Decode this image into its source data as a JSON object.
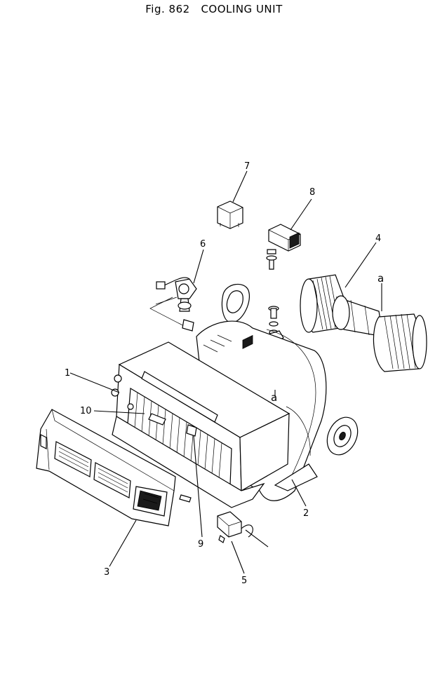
{
  "figure": {
    "title": "Fig. 862   COOLING UNIT"
  },
  "callouts": [
    {
      "id": "1",
      "label": "1"
    },
    {
      "id": "2",
      "label": "2"
    },
    {
      "id": "3",
      "label": "3"
    },
    {
      "id": "4",
      "label": "4"
    },
    {
      "id": "5",
      "label": "5"
    },
    {
      "id": "6",
      "label": "6"
    },
    {
      "id": "7",
      "label": "7"
    },
    {
      "id": "8",
      "label": "8"
    },
    {
      "id": "9",
      "label": "9"
    },
    {
      "id": "10",
      "label": "10"
    },
    {
      "id": "a1",
      "label": "a"
    },
    {
      "id": "a2",
      "label": "a"
    }
  ]
}
